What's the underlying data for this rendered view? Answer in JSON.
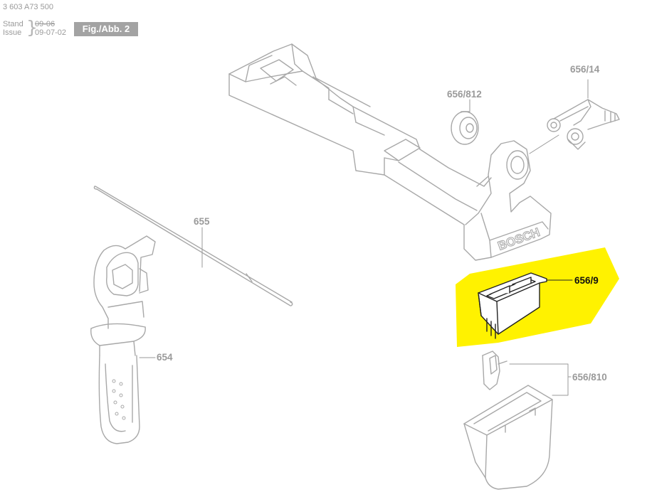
{
  "header": {
    "doc_number": "3 603 A73 500",
    "stand_label": "Stand",
    "issue_label": "Issue",
    "date_struck": "09-06",
    "date_current": "09-07-02",
    "figure_label": "Fig./Abb. 2"
  },
  "parts": [
    {
      "id": "656/14",
      "highlighted": false
    },
    {
      "id": "656/812",
      "highlighted": false
    },
    {
      "id": "655",
      "highlighted": false
    },
    {
      "id": "656/9",
      "highlighted": true
    },
    {
      "id": "654",
      "highlighted": false
    },
    {
      "id": "656/810",
      "highlighted": false
    }
  ],
  "branding": {
    "logo_text": "BOSCH"
  },
  "colors": {
    "line": "#a8a8a8",
    "highlight": "#fff200",
    "label_gray": "#9a9a9a",
    "label_active": "#111111"
  }
}
